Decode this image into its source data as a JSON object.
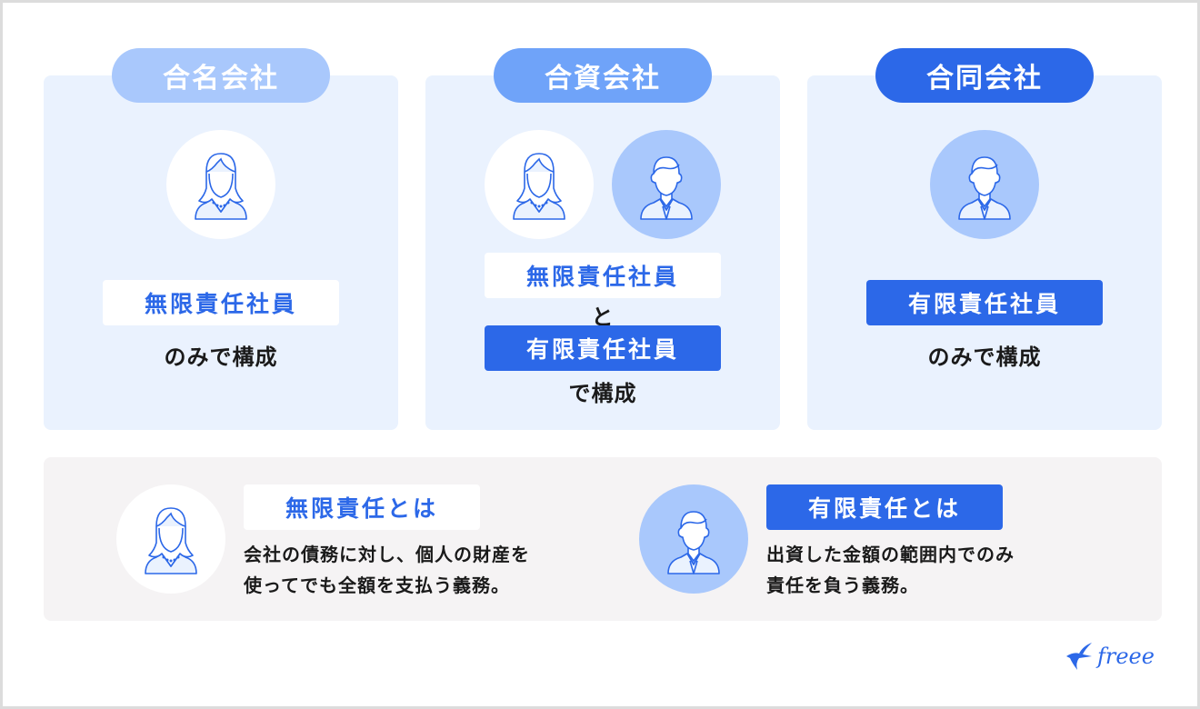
{
  "colors": {
    "card_bg": "#eaf2fe",
    "legend_bg": "#f5f3f4",
    "pill_gomei": "#a9c8fc",
    "pill_goshi": "#6fa3f9",
    "pill_godo": "#2c68e8",
    "accent": "#2c68e8",
    "avatar_light": "#a9c8fc",
    "text": "#1a1a1a"
  },
  "companies": [
    {
      "title": "合名会社",
      "avatars": [
        "woman-icon"
      ],
      "members": [
        {
          "label": "無限責任社員",
          "type": "unlimited"
        }
      ],
      "caption": "のみで構成"
    },
    {
      "title": "合資会社",
      "avatars": [
        "woman-icon",
        "man-icon"
      ],
      "members": [
        {
          "label": "無限責任社員",
          "type": "unlimited"
        },
        {
          "label": "有限責任社員",
          "type": "limited"
        }
      ],
      "connector": "と",
      "caption": "で構成"
    },
    {
      "title": "合同会社",
      "avatars": [
        "man-icon"
      ],
      "members": [
        {
          "label": "有限責任社員",
          "type": "limited"
        }
      ],
      "caption": "のみで構成"
    }
  ],
  "definitions": [
    {
      "term": "無限責任とは",
      "icon": "woman-icon",
      "lines": [
        "会社の債務に対し、個人の財産を",
        "使ってでも全額を支払う義務。"
      ]
    },
    {
      "term": "有限責任とは",
      "icon": "man-icon",
      "lines": [
        "出資した金額の範囲内でのみ",
        "責任を負う義務。"
      ]
    }
  ],
  "logo": {
    "text": "freee",
    "icon": "bird-icon"
  }
}
